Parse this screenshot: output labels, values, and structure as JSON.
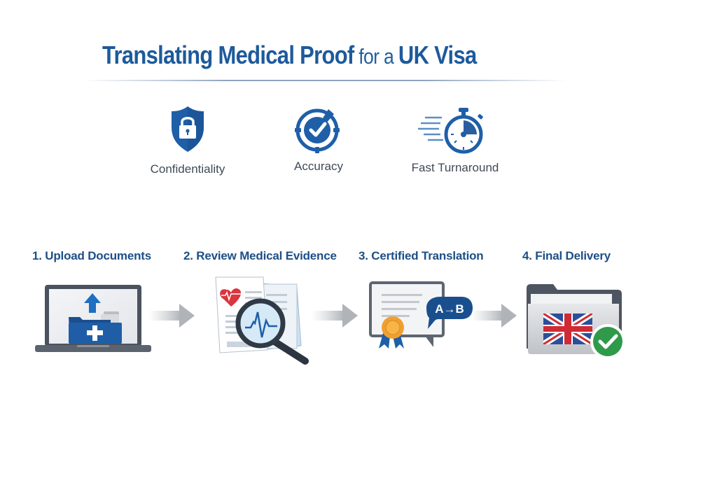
{
  "title": {
    "part1": "Translating Medical Proof",
    "part2": " for a ",
    "part3": "UK Visa"
  },
  "features": [
    {
      "label": "Confidentiality",
      "icon": "shield-lock-icon"
    },
    {
      "label": "Accuracy",
      "icon": "target-check-icon"
    },
    {
      "label": "Fast Turnaround",
      "icon": "stopwatch-icon"
    }
  ],
  "steps": [
    {
      "label": "1. Upload Documents",
      "icon": "laptop-upload-folder-icon"
    },
    {
      "label": "2. Review Medical Evidence",
      "icon": "magnifier-medical-documents-icon"
    },
    {
      "label": "3. Certified Translation",
      "icon": "certificate-translation-icon",
      "badge": "A→B"
    },
    {
      "label": "4. Final Delivery",
      "icon": "uk-flag-folder-check-icon"
    }
  ],
  "colors": {
    "primary_blue": "#1d5a9b",
    "heading_blue": "#1d4f86",
    "text_gray": "#3f4a57",
    "arrow_gray": "#b4b8bd",
    "check_green": "#2e9a4a",
    "ribbon_orange": "#f0a030",
    "heart_red": "#d9363e"
  }
}
